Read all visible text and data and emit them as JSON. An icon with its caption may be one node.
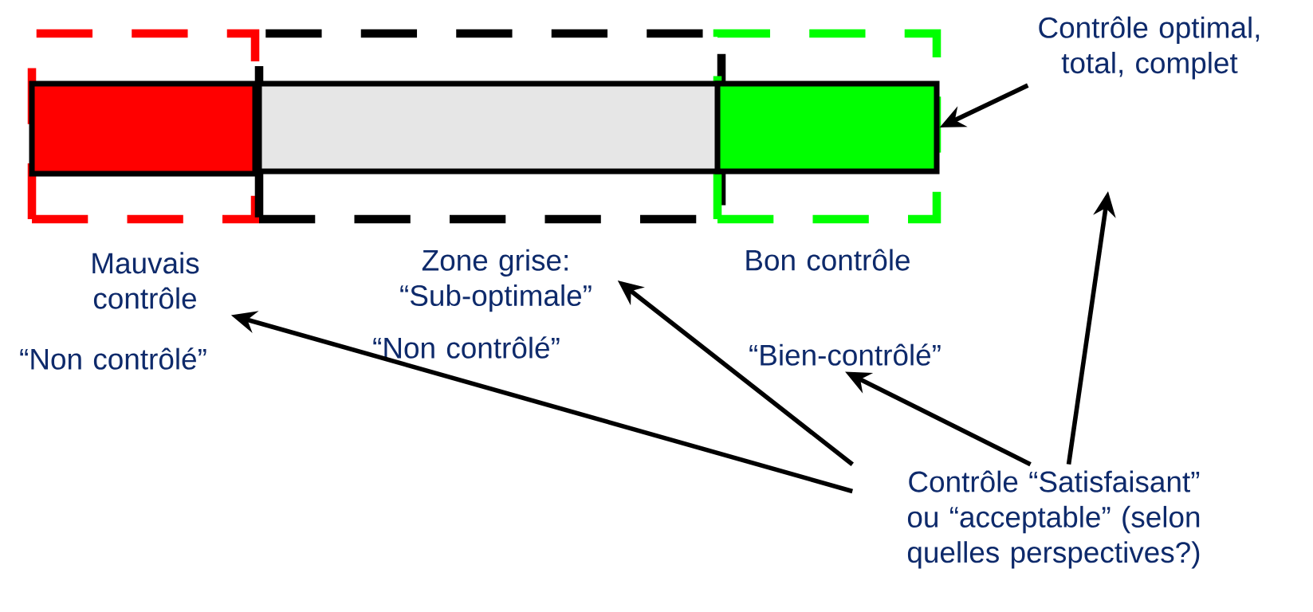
{
  "diagram": {
    "nodes": [
      {
        "text": [],
        "shape": "box"
      },
      {
        "text": [],
        "shape": "box"
      },
      {
        "text": [],
        "shape": "box"
      },
      {
        "text": [],
        "shape": "bar",
        "in": 0
      },
      {
        "text": [],
        "shape": "bar",
        "in": 1
      },
      {
        "text": [],
        "shape": "bar",
        "in": 2
      },
      {
        "text": [
          "Contrôle optimal, total, complet"
        ]
      },
      {
        "text": [
          "Mauvais contrôle"
        ]
      },
      {
        "text": [
          "Zone grise: “Sub-optimale”"
        ]
      },
      {
        "text": [
          "Bon contrôle"
        ]
      },
      {
        "text": [
          "“Non contrôlé”"
        ]
      },
      {
        "text": [
          "“Non contrôlé”"
        ]
      },
      {
        "text": [
          "“Bien-contrôlé”"
        ]
      },
      {
        "text": [
          "Contrôle “Satisfaisant” ou “acceptable” (selon quelles perspectives?)"
        ]
      }
    ],
    "edges": [
      {
        "from": 6,
        "to": 5,
        "arrow": "to"
      },
      {
        "from": 13,
        "to": 7,
        "arrow": "to"
      },
      {
        "from": 13,
        "to": 8,
        "arrow": "to"
      },
      {
        "from": 13,
        "to": 12,
        "arrow": "to"
      },
      {
        "from": 13,
        "to": null,
        "arrow": "to"
      }
    ]
  }
}
